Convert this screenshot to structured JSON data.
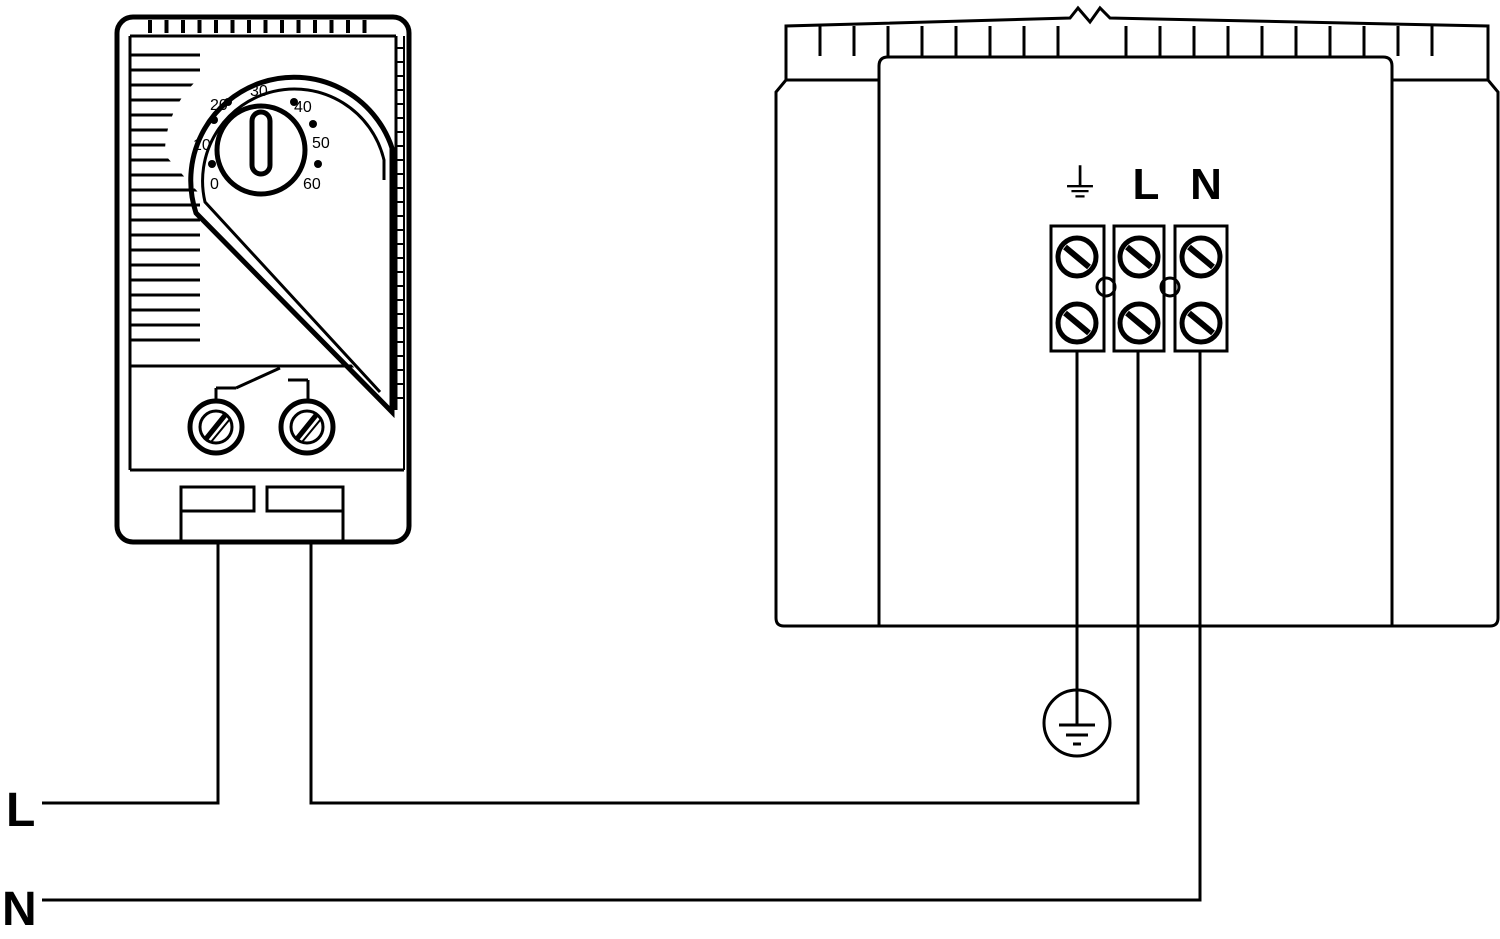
{
  "thermostat": {
    "dial_scale": [
      "0",
      "10",
      "20",
      "30",
      "40",
      "50",
      "60"
    ]
  },
  "heater": {
    "terminal_labels": {
      "earth": "⏚",
      "line": "L",
      "neutral": "N"
    }
  },
  "supply": {
    "line_label": "L",
    "neutral_label": "N"
  },
  "colors": {
    "stroke": "#000000",
    "background": "#ffffff"
  }
}
